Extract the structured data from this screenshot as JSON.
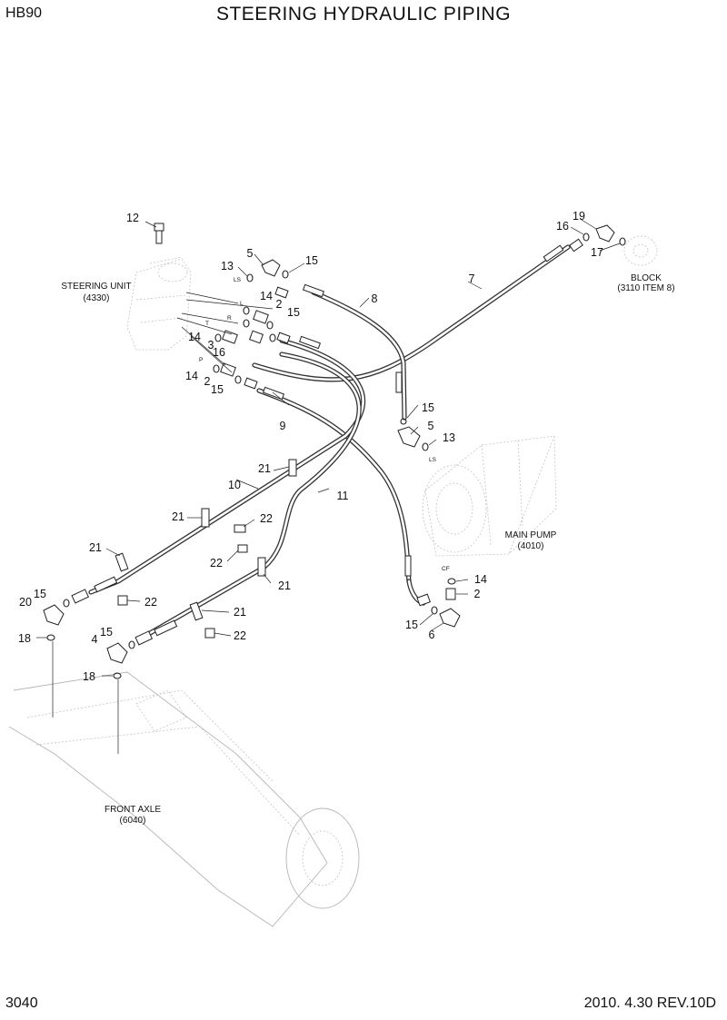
{
  "header": {
    "model": "HB90",
    "title": "STEERING HYDRAULIC PIPING"
  },
  "footer": {
    "page_number": "3040",
    "revision": "2010. 4.30  REV.10D"
  },
  "components": {
    "steering_unit": {
      "name": "STEERING UNIT",
      "code": "(4330)"
    },
    "block": {
      "name": "BLOCK",
      "code": "(3110 ITEM 8)"
    },
    "main_pump": {
      "name": "MAIN PUMP",
      "code": "(4010)"
    },
    "front_axle": {
      "name": "FRONT AXLE",
      "code": "(6040)"
    }
  },
  "port_tags": {
    "ls": "LS",
    "l": "L",
    "t": "T",
    "r": "R",
    "p": "P",
    "cf": "CF"
  },
  "callouts": {
    "c12": "12",
    "c5a": "5",
    "c13a": "13",
    "c15a": "15",
    "c7": "7",
    "c8": "8",
    "c19": "19",
    "c16a": "16",
    "c17": "17",
    "c14a": "14",
    "c2a": "2",
    "c15b": "15",
    "c14b": "14",
    "c3": "3",
    "c16b": "16",
    "c14c": "14",
    "c2b": "2",
    "c15c": "15",
    "c9": "9",
    "c15d": "15",
    "c5b": "5",
    "c13b": "13",
    "c21a": "21",
    "c10": "10",
    "c11": "11",
    "c21b": "21",
    "c22a": "22",
    "c21c": "21",
    "c22b": "22",
    "c21d": "21",
    "c15e": "15",
    "c20": "20",
    "c22c": "22",
    "c21e": "21",
    "c15f": "15",
    "c4": "4",
    "c22d": "22",
    "c18a": "18",
    "c18b": "18",
    "c14d": "14",
    "c2c": "2",
    "c15g": "15",
    "c6": "6"
  }
}
